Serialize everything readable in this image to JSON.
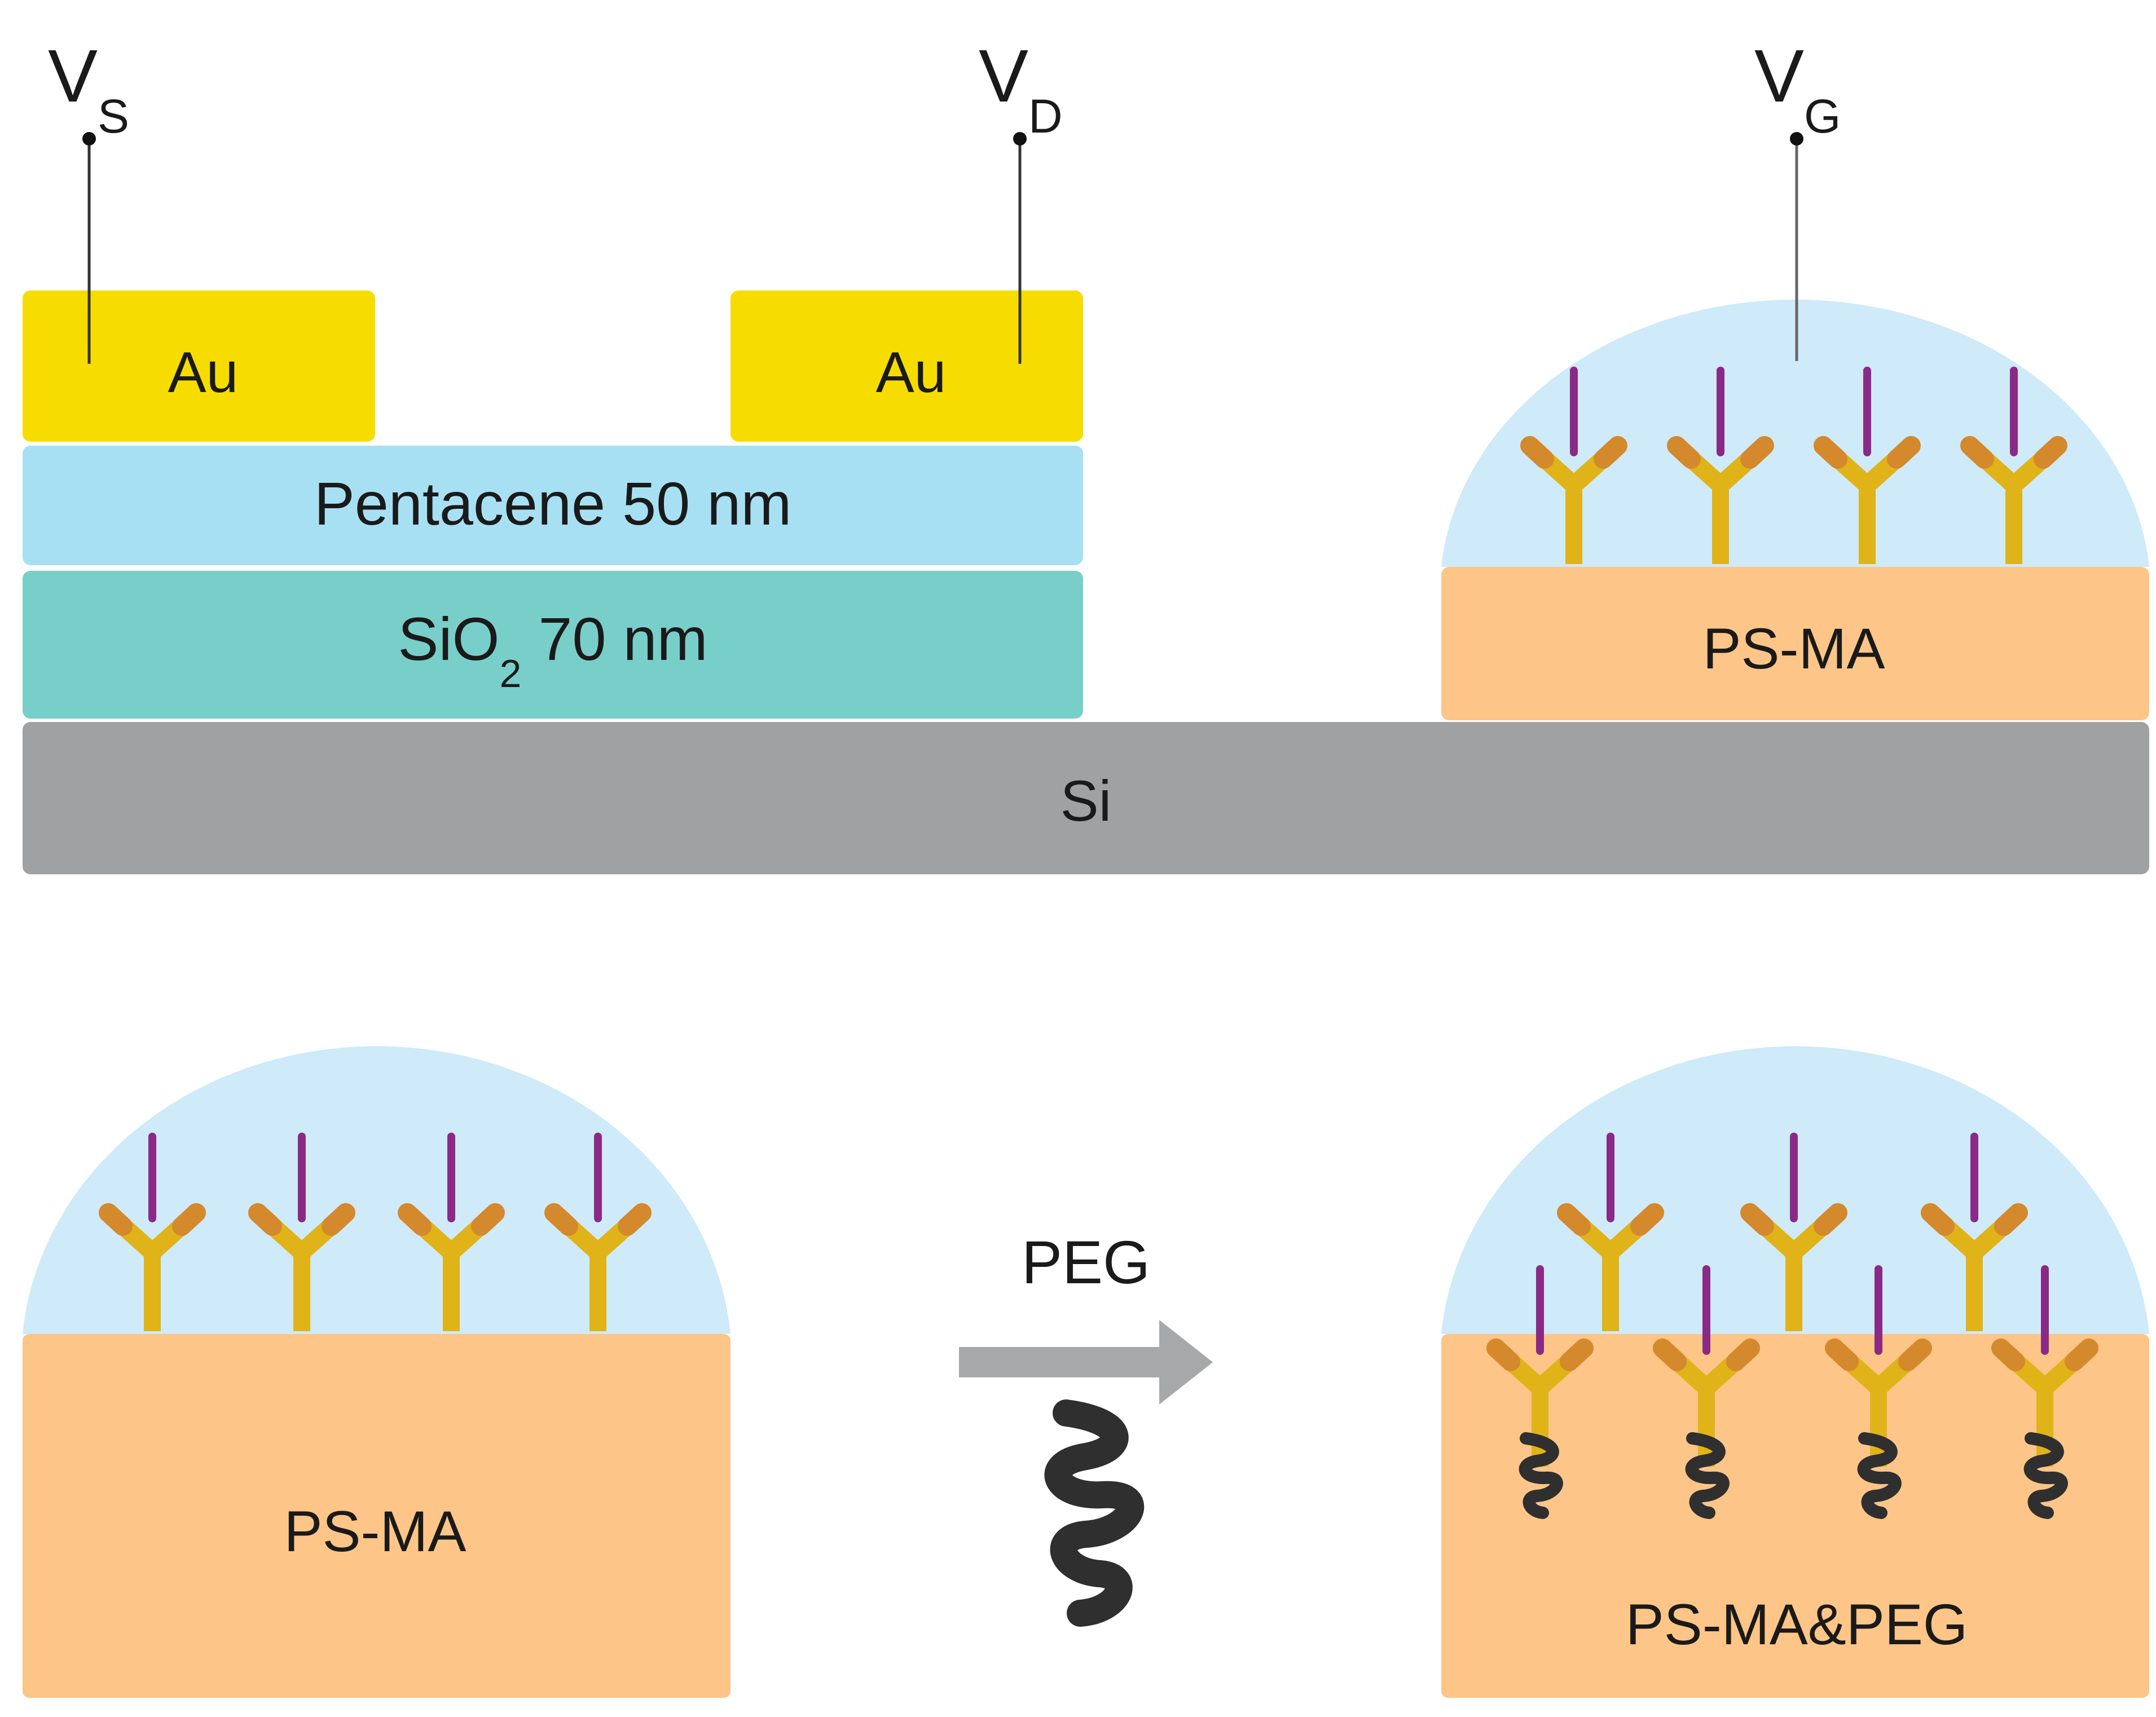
{
  "terminals": {
    "source": {
      "main": "V",
      "sub": "S"
    },
    "drain": {
      "main": "V",
      "sub": "D"
    },
    "gate": {
      "main": "V",
      "sub": "G"
    }
  },
  "layers": {
    "au_left": "Au",
    "au_right": "Au",
    "pentacene": "Pentacene 50 nm",
    "sio2_prefix": "SiO",
    "sio2_sub": "2",
    "sio2_suffix": " 70 nm",
    "si": "Si",
    "gate_film": "PS-MA"
  },
  "bottom": {
    "left_film": "PS-MA",
    "arrow_label": "PEG",
    "right_film": "PS-MA&PEG"
  },
  "colors": {
    "gold": "#f7dc00",
    "pentacene": "#a8e0f3",
    "sio2": "#78cfc9",
    "silicon": "#a0a1a3",
    "psma": "#fdc587",
    "droplet": "#cfeaf8",
    "antibody": "#e0b318",
    "antibody_tip": "#d4892c",
    "antigen": "#8a2a86",
    "arrow": "#a6a8aa",
    "peg": "#2f2f2f"
  },
  "icons": {
    "antibody": "antibody-y-icon",
    "antigen": "antigen-rod-icon",
    "peg": "peg-coil-icon",
    "arrow": "right-arrow-icon"
  }
}
